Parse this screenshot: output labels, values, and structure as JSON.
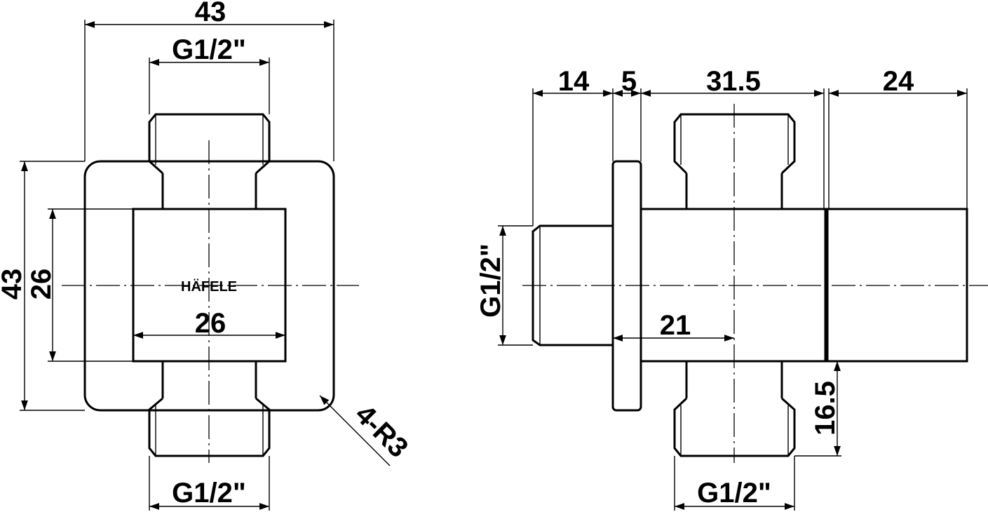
{
  "front_view": {
    "overall_width": "43",
    "overall_height": "43",
    "top_thread": "G1/2\"",
    "bottom_thread": "G1/2\"",
    "body_height": "26",
    "body_width": "26",
    "corner_radius": "4-R3",
    "logo": "HÄFELE"
  },
  "side_view": {
    "inlet_length": "14",
    "flange_thickness": "5",
    "body_length": "31.5",
    "handle_length": "24",
    "inlet_thread": "G1/2\"",
    "outlet_offset": "21",
    "outlet_height": "16.5",
    "outlet_thread": "G1/2\""
  }
}
